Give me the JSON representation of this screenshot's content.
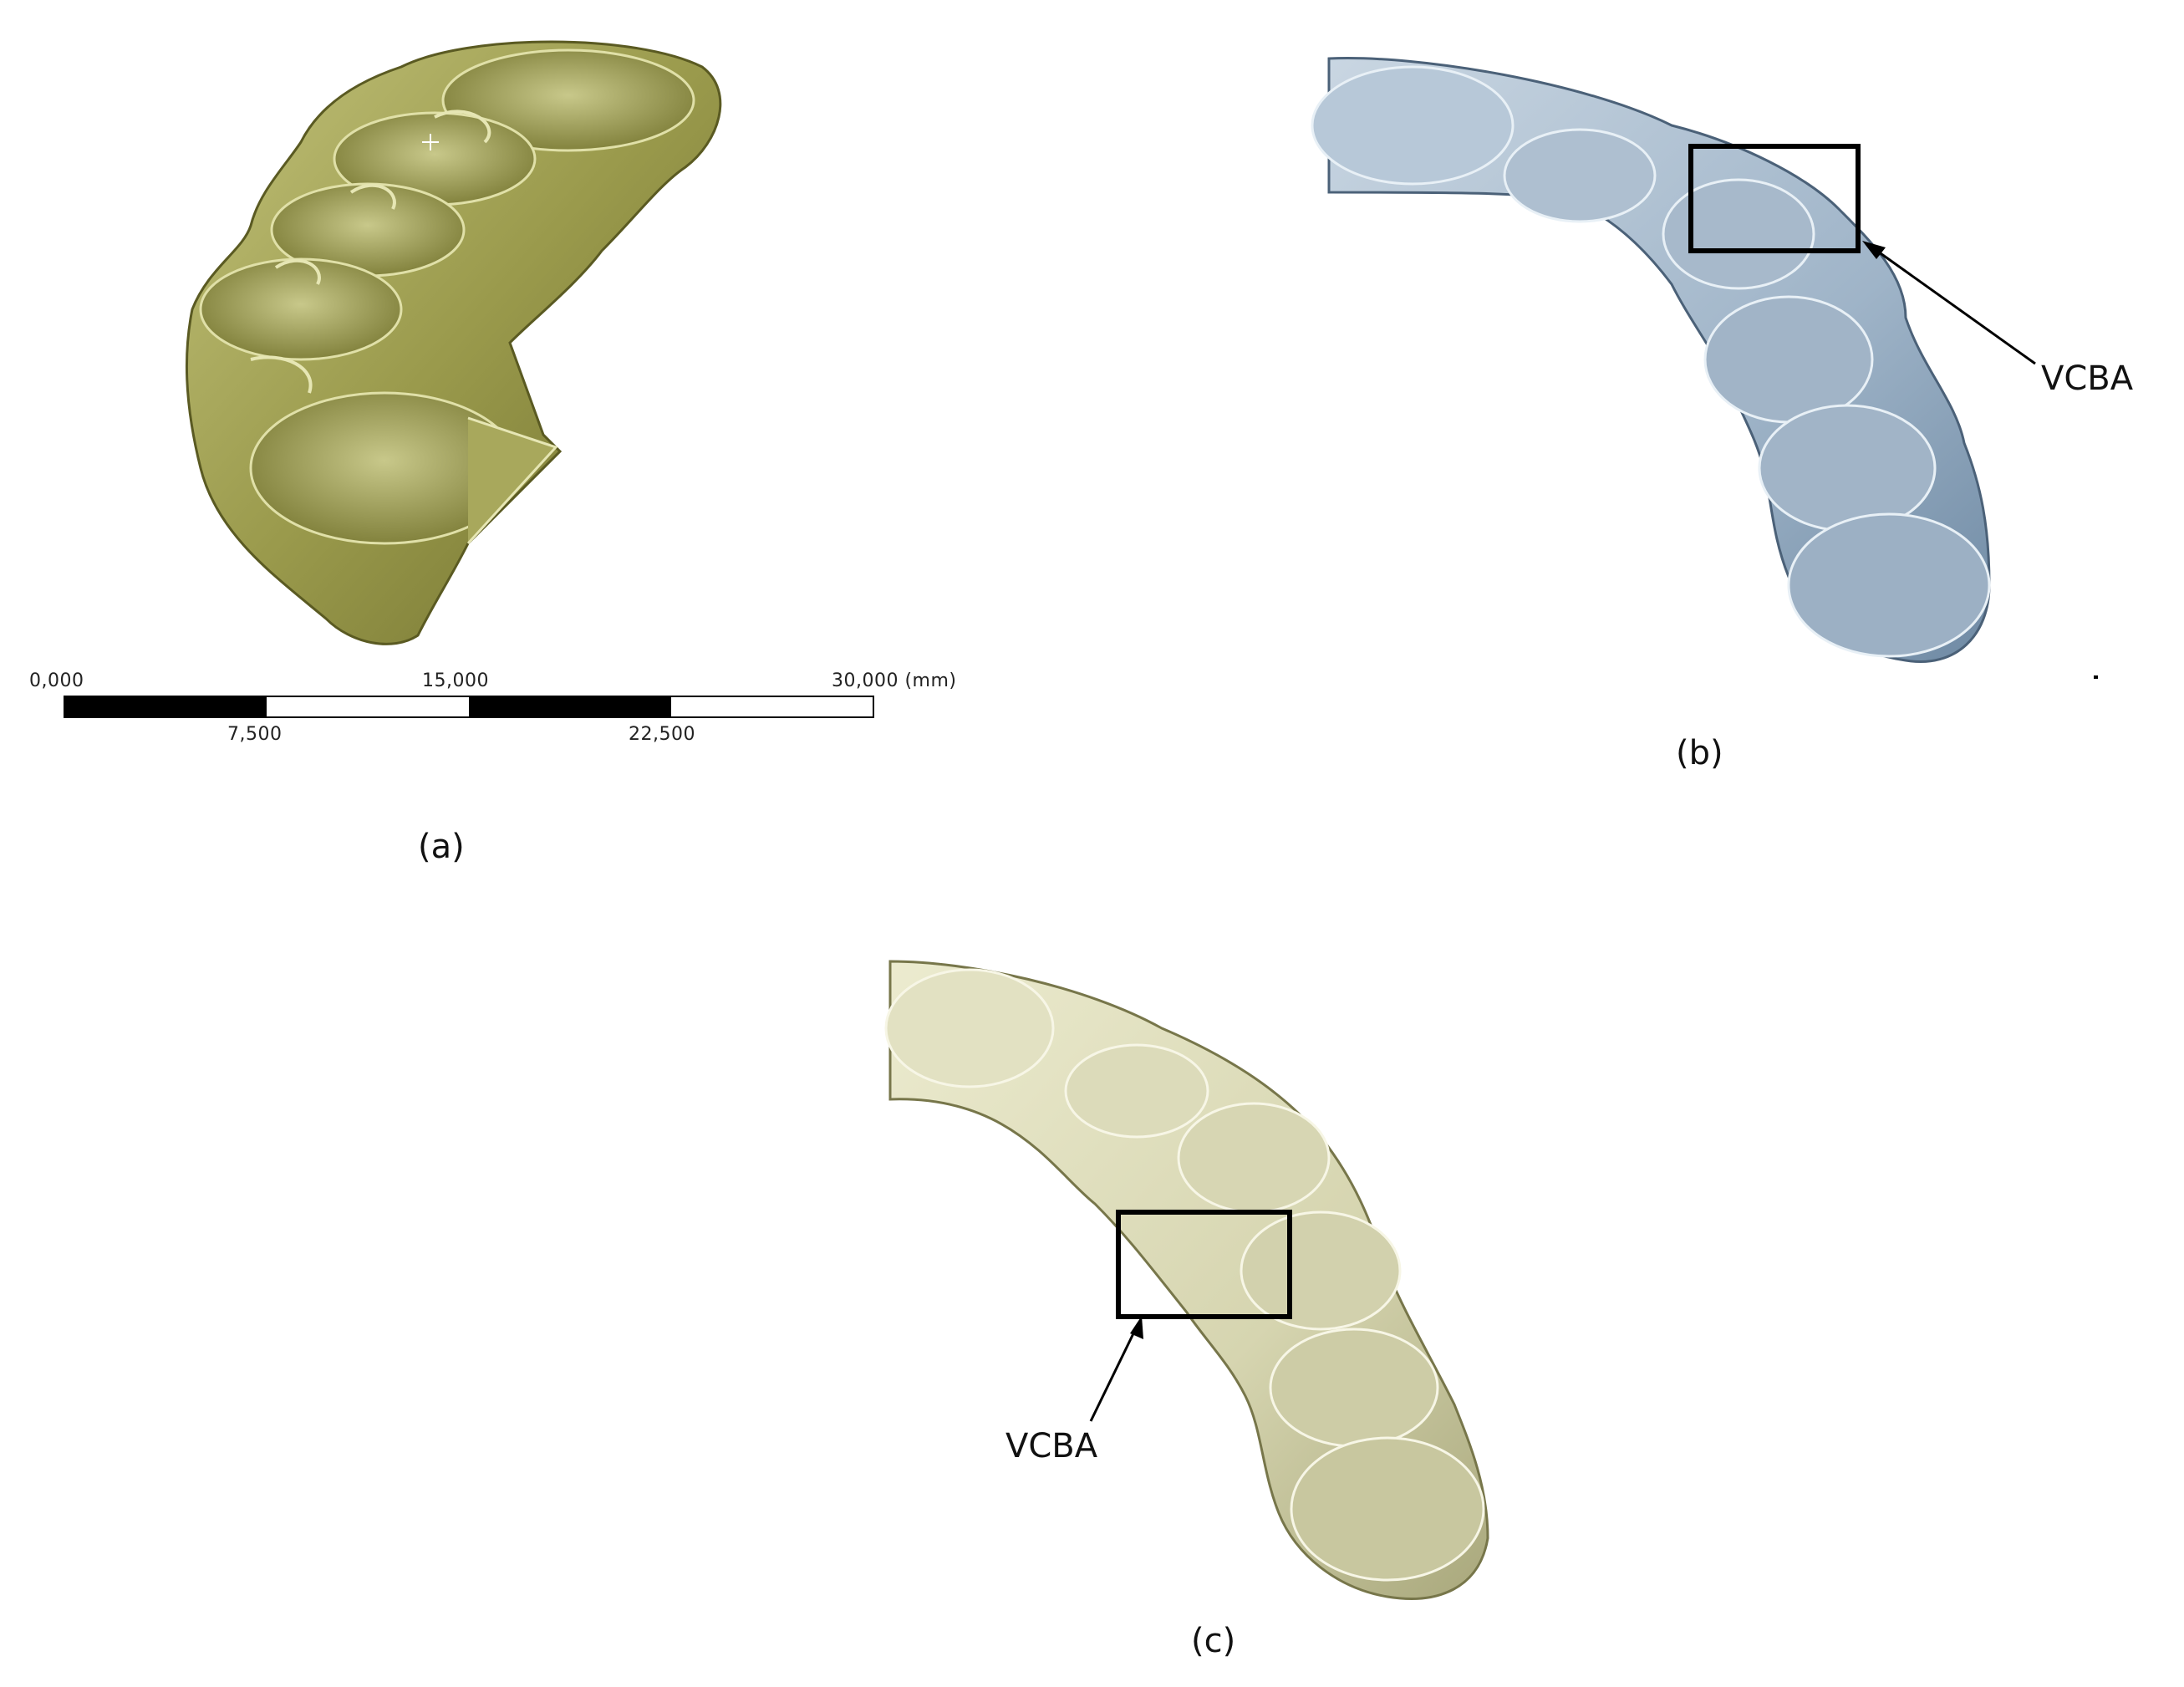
{
  "panel_a": {
    "caption": "(a)",
    "scale_bar": {
      "top_labels": [
        "0,000",
        "15,000",
        "30,000 (mm)"
      ],
      "bottom_labels": [
        "7,500",
        "22,500"
      ]
    },
    "model_color": "#9a9a4c"
  },
  "panel_b": {
    "caption": "(b)",
    "callout_label": "VCBA",
    "model_color": "#9fb4c8"
  },
  "panel_c": {
    "caption": "(c)",
    "callout_label": "VCBA",
    "model_color": "#d6d5b0"
  }
}
